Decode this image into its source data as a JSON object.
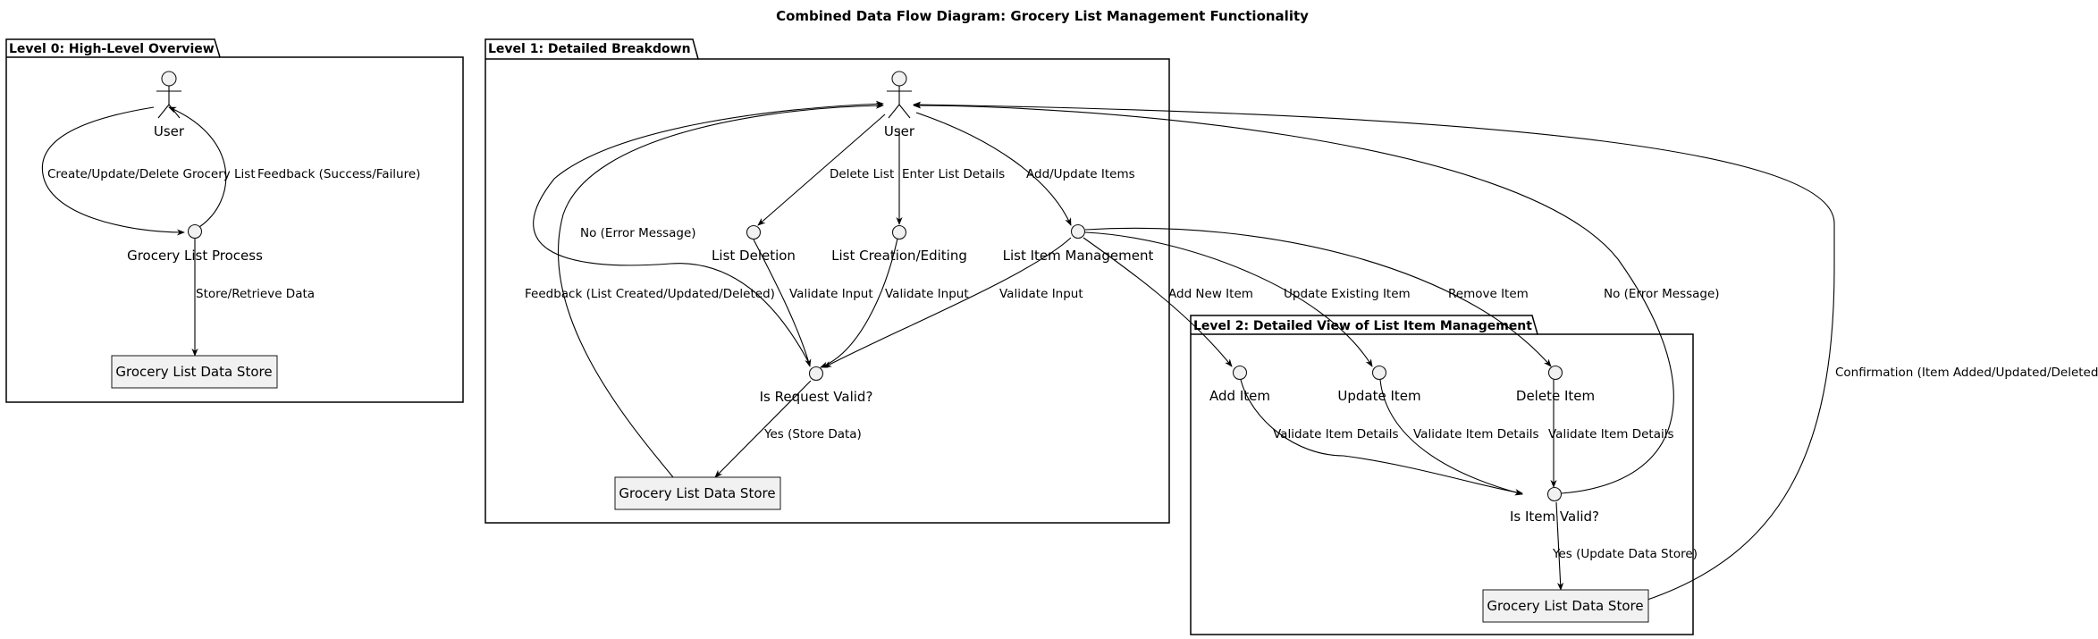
{
  "title": "Combined Data Flow Diagram: Grocery List Management Functionality",
  "packages": {
    "level0": "Level 0: High-Level Overview",
    "level1": "Level 1: Detailed Breakdown",
    "level2": "Level 2: Detailed View of List Item Management"
  },
  "nodes": {
    "l0_user": "User",
    "l0_process": "Grocery List Process",
    "l0_store": "Grocery List Data Store",
    "l1_user": "User",
    "l1_deletion": "List Deletion",
    "l1_creation": "List Creation/Editing",
    "l1_item_mgmt": "List Item Management",
    "l1_valid": "Is Request Valid?",
    "l1_store": "Grocery List Data Store",
    "l2_add": "Add Item",
    "l2_update": "Update Item",
    "l2_delete": "Delete Item",
    "l2_valid": "Is Item Valid?",
    "l2_store": "Grocery List Data Store"
  },
  "edges": {
    "l0_create": "Create/Update/Delete Grocery List",
    "l0_feedback": "Feedback (Success/Failure)",
    "l0_store": "Store/Retrieve Data",
    "l1_delete_list": "Delete List",
    "l1_enter_details": "Enter List Details",
    "l1_add_update_items": "Add/Update Items",
    "l1_no_error": "No (Error Message)",
    "l1_feedback": "Feedback (List Created/Updated/Deleted)",
    "l1_validate_1": "Validate Input",
    "l1_validate_2": "Validate Input",
    "l1_validate_3": "Validate Input",
    "l1_yes_store": "Yes (Store Data)",
    "l2_add_new": "Add New Item",
    "l2_update_existing": "Update Existing Item",
    "l2_remove": "Remove Item",
    "l2_no_error": "No (Error Message)",
    "l2_confirmation": "Confirmation (Item Added/Updated/Deleted)",
    "l2_validate_1": "Validate Item Details",
    "l2_validate_2": "Validate Item Details",
    "l2_validate_3": "Validate Item Details",
    "l2_yes_update": "Yes (Update Data Store)"
  }
}
